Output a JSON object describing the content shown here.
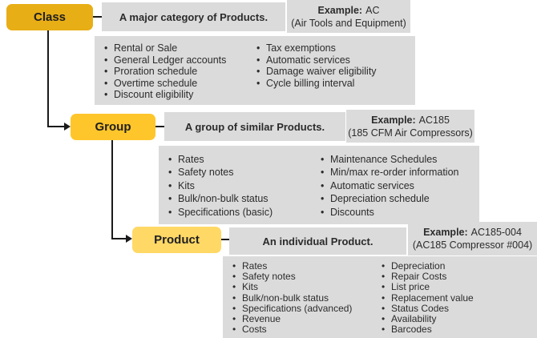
{
  "diagram": {
    "colors": {
      "class_box": "#E8AE16",
      "group_box": "#FFC62B",
      "product_box": "#FFD866",
      "panel_gray": "#DBDBDB",
      "connector": "#1A1A1A"
    },
    "rows": [
      {
        "label": "Class",
        "description": "A major category of Products.",
        "example_label": "Example:",
        "example_value": "AC",
        "example_detail": "(Air Tools and Equipment)",
        "attributes_left": [
          "Rental or Sale",
          "General Ledger accounts",
          "Proration schedule",
          "Overtime schedule",
          "Discount eligibility"
        ],
        "attributes_right": [
          "Tax exemptions",
          "Automatic services",
          "Damage waiver eligibility",
          "Cycle billing interval"
        ]
      },
      {
        "label": "Group",
        "description": "A group of similar Products.",
        "example_label": "Example:",
        "example_value": "AC185",
        "example_detail": "(185 CFM Air Compressors)",
        "attributes_left": [
          "Rates",
          "Safety notes",
          "Kits",
          "Bulk/non-bulk status",
          "Specifications (basic)"
        ],
        "attributes_right": [
          "Maintenance Schedules",
          "Min/max re-order information",
          "Automatic services",
          "Depreciation schedule",
          "Discounts"
        ]
      },
      {
        "label": "Product",
        "description": "An individual Product.",
        "example_label": "Example:",
        "example_value": "AC185-004",
        "example_detail": "(AC185 Compressor #004)",
        "attributes_left": [
          "Rates",
          "Safety notes",
          "Kits",
          "Bulk/non-bulk status",
          "Specifications (advanced)",
          "Revenue",
          "Costs"
        ],
        "attributes_right": [
          "Depreciation",
          "Repair Costs",
          "List price",
          "Replacement value",
          "Status Codes",
          "Availability",
          "Barcodes"
        ]
      }
    ]
  }
}
